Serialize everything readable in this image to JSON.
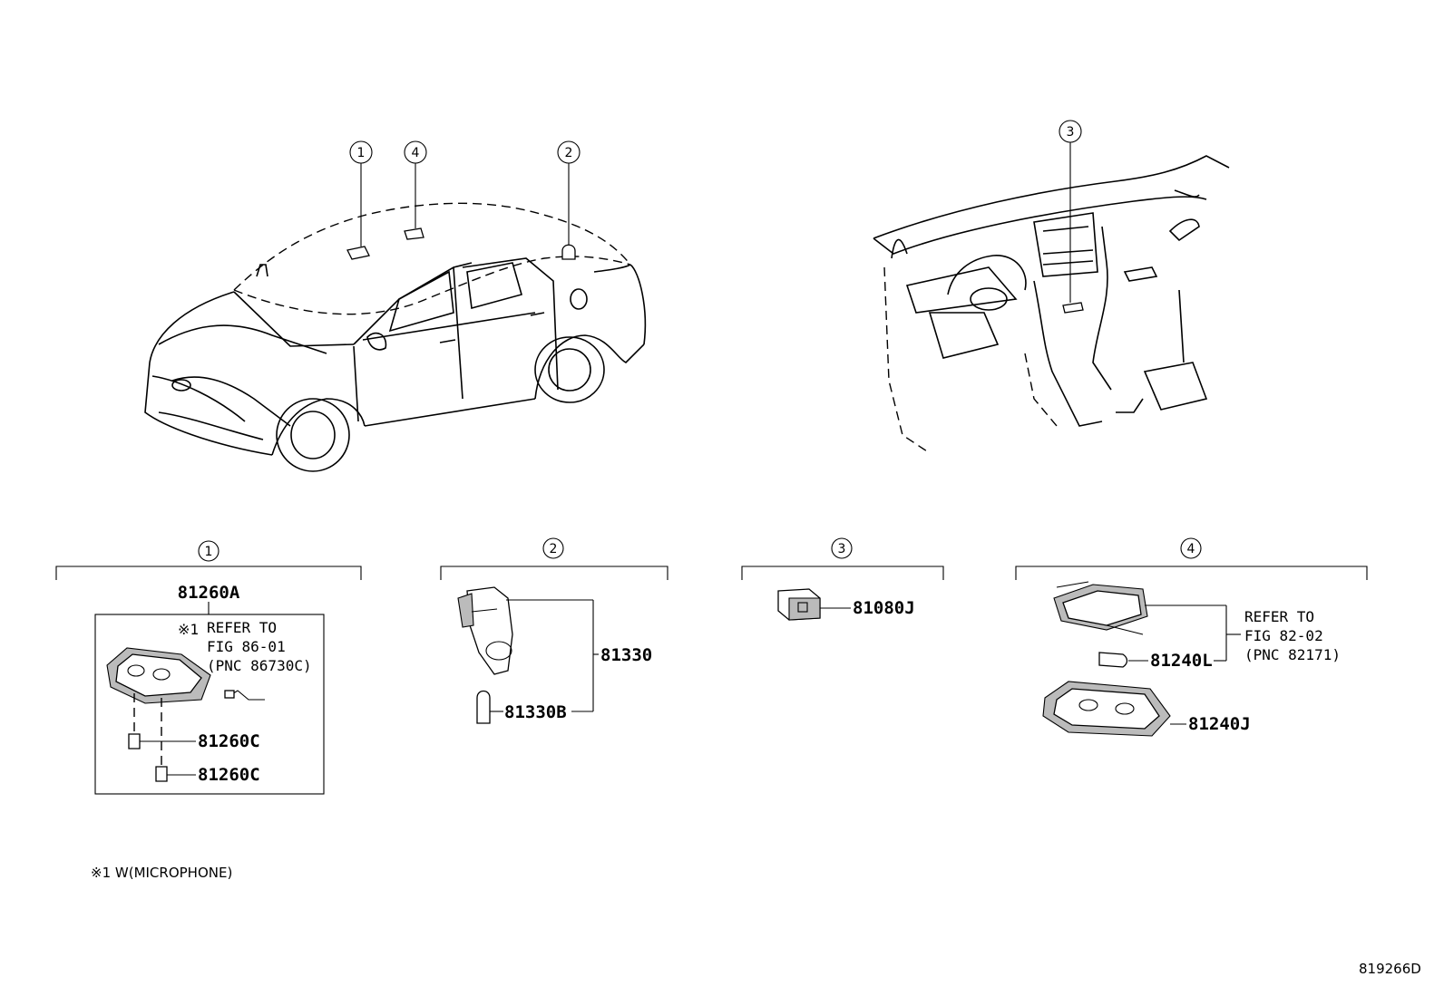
{
  "callouts": {
    "c1": "1",
    "c2": "2",
    "c3": "3",
    "c4": "4"
  },
  "group1": {
    "number": "1",
    "main_part": "81260A",
    "note_mark": "※1",
    "refer_line1": "REFER TO",
    "refer_line2": "FIG 86-01",
    "refer_line3": "(PNC 86730C)",
    "bulb_a": "81260C",
    "bulb_b": "81260C"
  },
  "group2": {
    "number": "2",
    "assembly": "81330",
    "bulb": "81330B"
  },
  "group3": {
    "number": "3",
    "part": "81080J"
  },
  "group4": {
    "number": "4",
    "refer_line1": "REFER TO",
    "refer_line2": "FIG 82-02",
    "refer_line3": "(PNC 82171)",
    "bulb": "81240L",
    "lens": "81240J"
  },
  "footnote": "※1 W(MICROPHONE)",
  "diagram_id": "819266D"
}
